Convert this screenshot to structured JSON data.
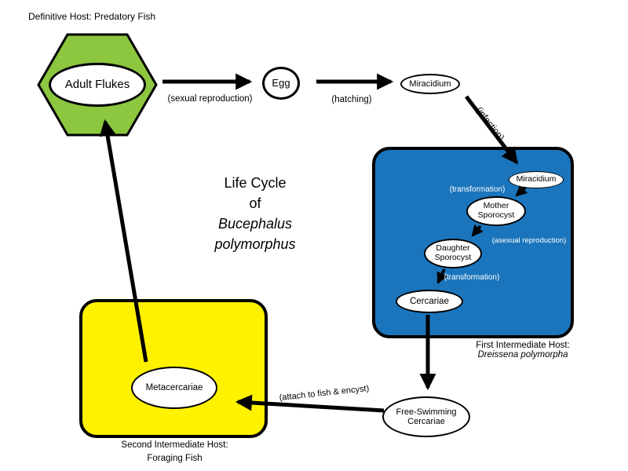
{
  "colors": {
    "hexagon_fill": "#8dc63f",
    "first_host_box": "#1b75bc",
    "second_host_box": "#fff200",
    "arrow": "#000000"
  },
  "title": {
    "line1": "Life Cycle",
    "line2": "of",
    "line3": "Bucephalus",
    "line4": "polymorphus"
  },
  "definitive_host": {
    "caption": "Definitive Host:  Predatory Fish",
    "node_adult_flukes": "Adult Flukes"
  },
  "free_nodes": {
    "egg": "Egg",
    "miracidium": "Miracidium",
    "free_swimming_cercariae": "Free-Swimming Cercariae"
  },
  "edge_labels": {
    "sexual_reproduction": "(sexual reproduction)",
    "hatching": "(hatching)",
    "infection": "(infection)",
    "attach_to_fish": "(attach to fish & encyst)"
  },
  "first_intermediate_host": {
    "caption_line1": "First Intermediate Host:",
    "caption_line2": "Dreissena polymorpha",
    "nodes": {
      "miracidium": "Miracidium",
      "mother_sporocyst": "Mother Sporocyst",
      "daughter_sporocyst": "Daughter Sporocyst",
      "cercariae": "Cercariae"
    },
    "edge_labels": {
      "transformation_1": "(transformation)",
      "asexual_reproduction": "(asexual reproduction)",
      "transformation_2": "(transformation)"
    }
  },
  "second_intermediate_host": {
    "caption_line1": "Second Intermediate Host:",
    "caption_line2": "Foraging Fish",
    "nodes": {
      "metacercariae": "Metacercariae"
    }
  }
}
